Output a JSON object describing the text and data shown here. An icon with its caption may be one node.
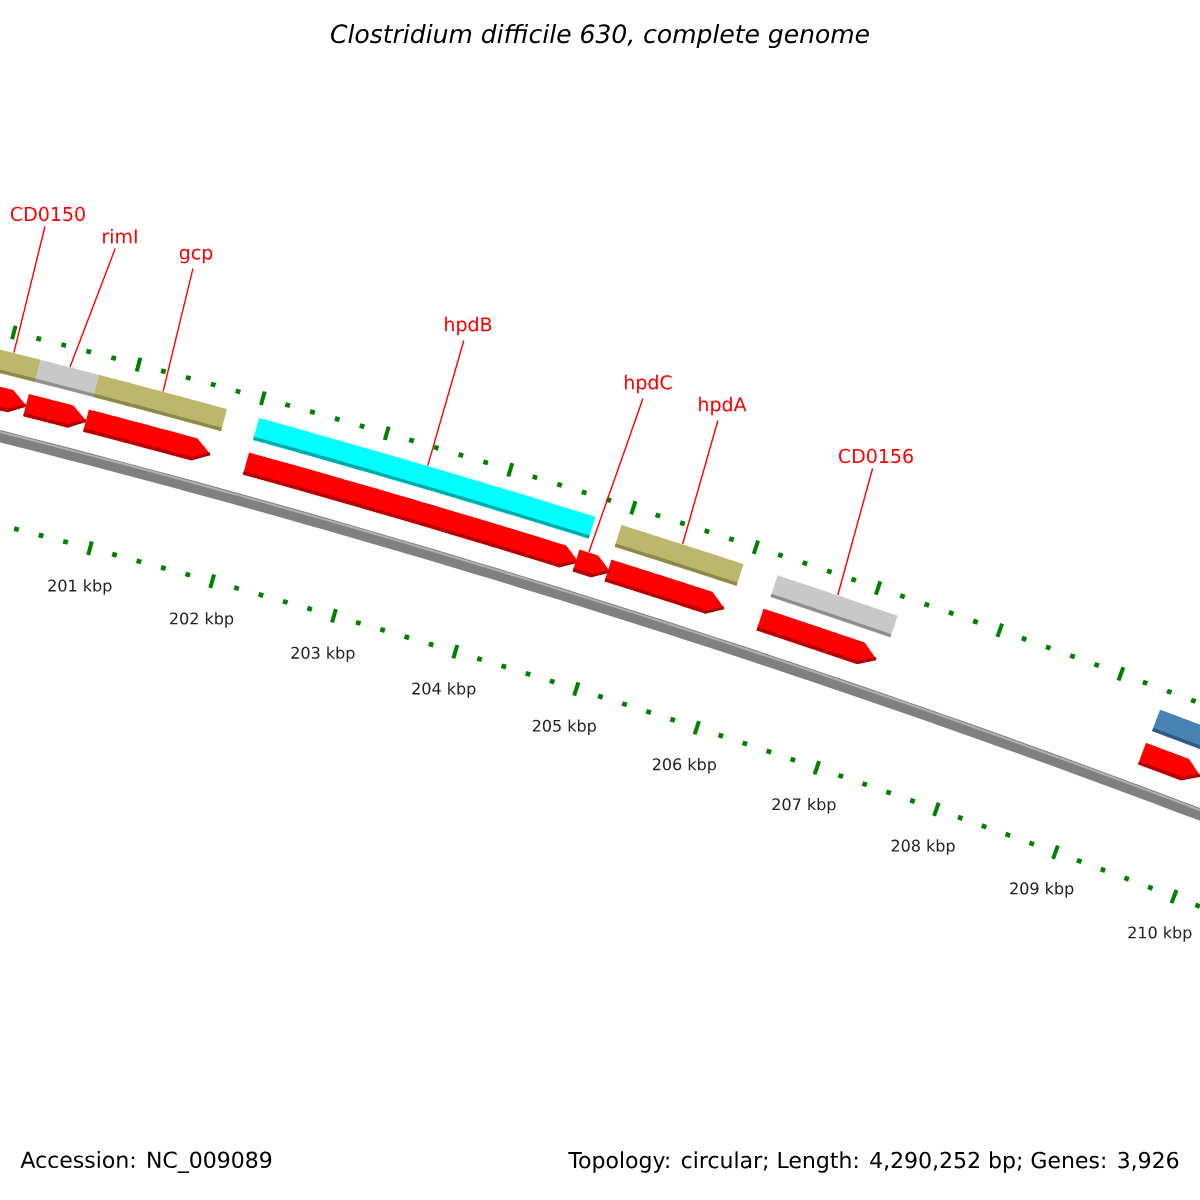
{
  "diagram": {
    "title": "Clostridium difficile 630, complete genome",
    "nodes": [
      {
        "text": [
          "CD0150"
        ]
      },
      {
        "text": [
          "rimI"
        ]
      },
      {
        "text": [
          "gcp"
        ]
      },
      {
        "text": [
          "hpdB"
        ]
      },
      {
        "text": [
          "hpdC"
        ]
      },
      {
        "text": [
          "hpdA"
        ]
      },
      {
        "text": [
          "CD0156"
        ]
      },
      {
        "text": [],
        "shape": "bar"
      },
      {
        "text": [],
        "shape": "bar"
      },
      {
        "text": [],
        "shape": "bar"
      },
      {
        "text": [],
        "shape": "bar"
      },
      {
        "text": [],
        "shape": "arrow"
      },
      {
        "text": [],
        "shape": "bar"
      },
      {
        "text": [],
        "shape": "bar"
      }
    ],
    "edges": [
      {
        "from": 0,
        "to": 7,
        "arrow": "none"
      },
      {
        "from": 1,
        "to": 8,
        "arrow": "none"
      },
      {
        "from": 2,
        "to": 9,
        "arrow": "none"
      },
      {
        "from": 3,
        "to": 10,
        "arrow": "none"
      },
      {
        "from": 4,
        "to": 11,
        "arrow": "none"
      },
      {
        "from": 5,
        "to": 12,
        "arrow": "none"
      },
      {
        "from": 6,
        "to": 13,
        "arrow": "none"
      }
    ],
    "labels": [
      "201 kbp",
      "202 kbp",
      "203 kbp",
      "204 kbp",
      "205 kbp",
      "206 kbp",
      "207 kbp",
      "208 kbp",
      "209 kbp",
      "210 kbp",
      "Accession: NC_009089",
      "Topology: circular; Length: 4,290,252 bp; Genes: 3,926"
    ]
  }
}
